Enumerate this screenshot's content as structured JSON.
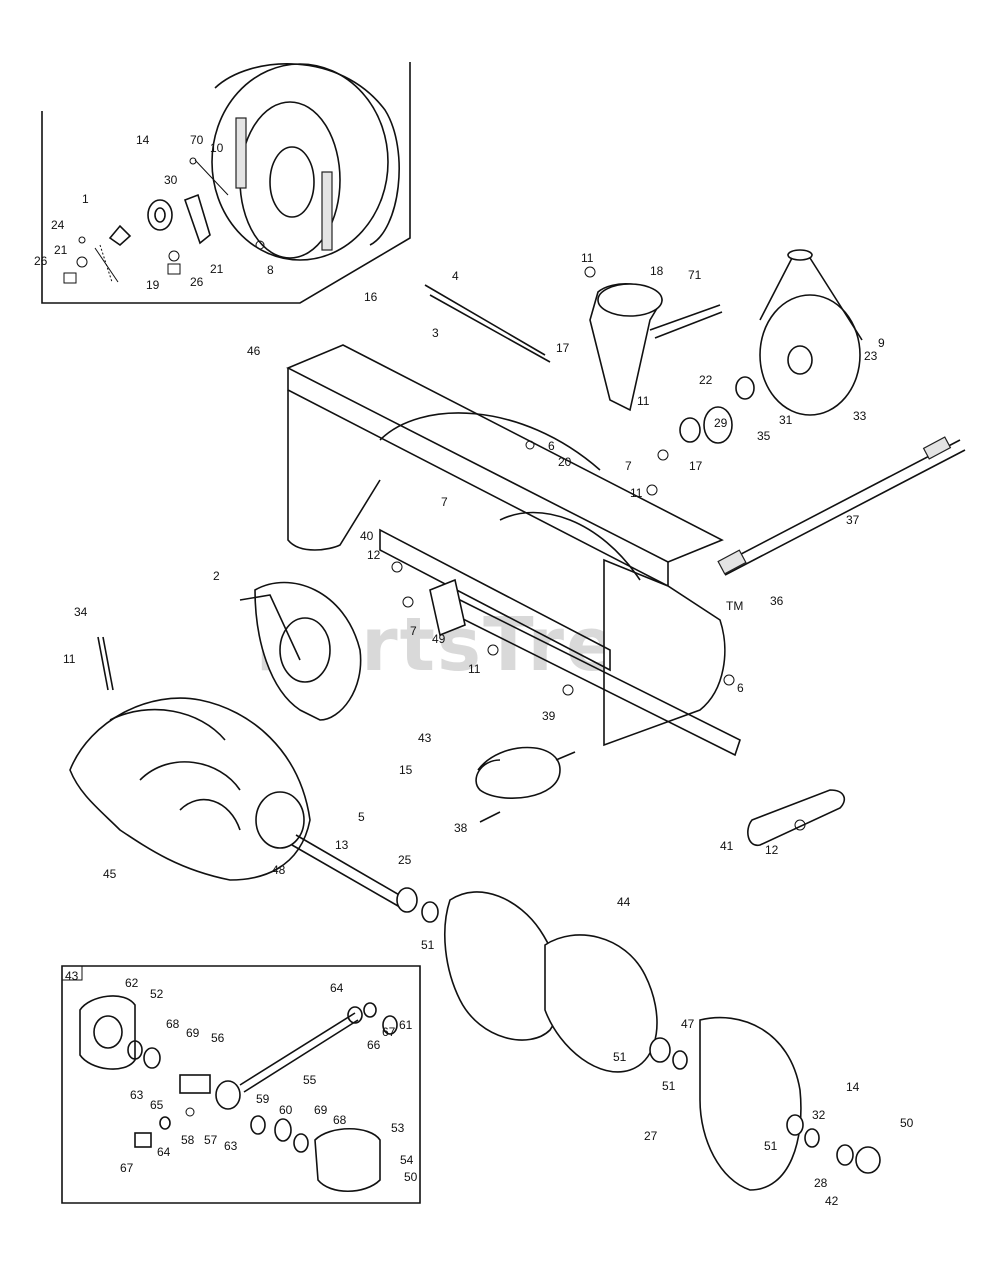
{
  "watermark": "PartsTree",
  "trademark": "TM",
  "inset_top_labels": [
    "14",
    "70",
    "10",
    "30",
    "1",
    "24",
    "21",
    "26",
    "19",
    "26",
    "21",
    "8"
  ],
  "main_labels": [
    "11",
    "18",
    "71",
    "4",
    "16",
    "3",
    "17",
    "46",
    "9",
    "23",
    "22",
    "33",
    "11",
    "31",
    "35",
    "29",
    "17",
    "6",
    "20",
    "7",
    "11",
    "37",
    "7",
    "40",
    "12",
    "2",
    "36",
    "34",
    "7",
    "49",
    "11",
    "11",
    "6",
    "39",
    "43",
    "15",
    "5",
    "13",
    "45",
    "48",
    "25",
    "38",
    "41",
    "12",
    "51",
    "44",
    "47",
    "51",
    "51",
    "14",
    "32",
    "27",
    "51",
    "50",
    "28",
    "42"
  ],
  "inset_bottom_title": "43",
  "inset_bottom_labels": [
    "62",
    "52",
    "64",
    "61",
    "68",
    "69",
    "66",
    "67",
    "56",
    "63",
    "55",
    "65",
    "59",
    "58",
    "60",
    "69",
    "68",
    "53",
    "57",
    "63",
    "67",
    "64",
    "54",
    "50"
  ]
}
